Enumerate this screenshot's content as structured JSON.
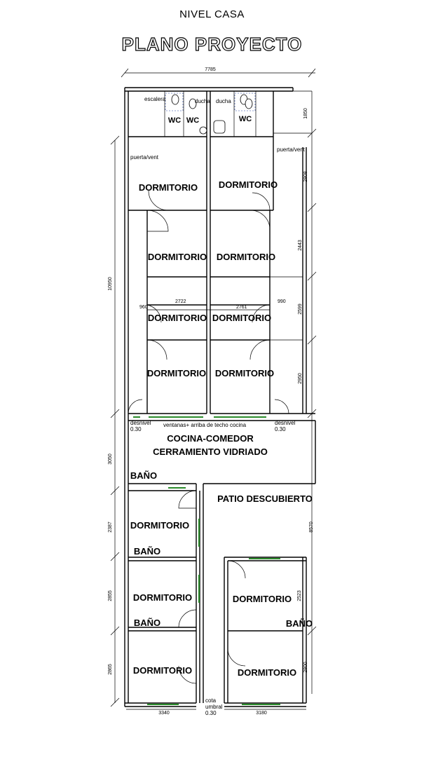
{
  "header": {
    "level": "NIVEL CASA",
    "plan_title": "PLANO PROYECTO"
  },
  "rooms": {
    "dorm_1": "DORMITORIO",
    "dorm_2": "DORMITORIO",
    "dorm_3": "DORMITORIO",
    "dorm_4": "DORMITORIO",
    "dorm_5": "DORMITORIO",
    "dorm_6": "DORMITORIO",
    "dorm_7": "DORMITORIO",
    "dorm_8": "DORMITORIO",
    "dorm_9": "DORMITORIO",
    "dorm_10": "DORMITORIO",
    "dorm_11": "DORMITORIO",
    "dorm_12": "DORMITORIO",
    "dorm_13": "DORMITORIO",
    "wc_1": "WC",
    "wc_2": "WC",
    "wc_3": "WC",
    "kitchen_line1": "COCINA-COMEDOR",
    "kitchen_line2": "CERRAMIENTO VIDRIADO",
    "bath_1": "BAÑO",
    "bath_2": "BAÑO",
    "bath_3": "BAÑO",
    "bath_4": "BAÑO",
    "patio": "PATIO DESCUBIERTO"
  },
  "notes": {
    "escalera": "escalera",
    "ducha_1": "ducha",
    "ducha_2": "ducha",
    "puerta_vent_1": "puerta/vent",
    "puerta_vent_2": "puerta/vent",
    "ventanas": "ventanas+ arriba de techo cocina",
    "desnivel_1": "desnivel",
    "desnivel_1_val": "0.30",
    "desnivel_2": "desnivel",
    "desnivel_2_val": "0.30",
    "cota_1": "cota",
    "cota_2": "umbral",
    "cota_3": "0.30"
  },
  "dimensions": {
    "top_width": "7785",
    "left_total": "10950",
    "right_1": "1850",
    "right_2": "2808",
    "right_3": "2443",
    "right_4": "2599",
    "right_5": "2950",
    "right_6": "8570",
    "right_7": "2523",
    "right_8": "2800",
    "left_2": "3050",
    "left_3": "2387",
    "left_4": "2855",
    "left_5": "2865",
    "mid_1": "960",
    "mid_2": "2722",
    "mid_3": "2761",
    "mid_4": "990",
    "bottom_1": "3340",
    "bottom_2": "3180"
  },
  "colors": {
    "wall": "#000000",
    "window": "#2a8a2a",
    "fixture_outline": "#1f3fa0"
  }
}
